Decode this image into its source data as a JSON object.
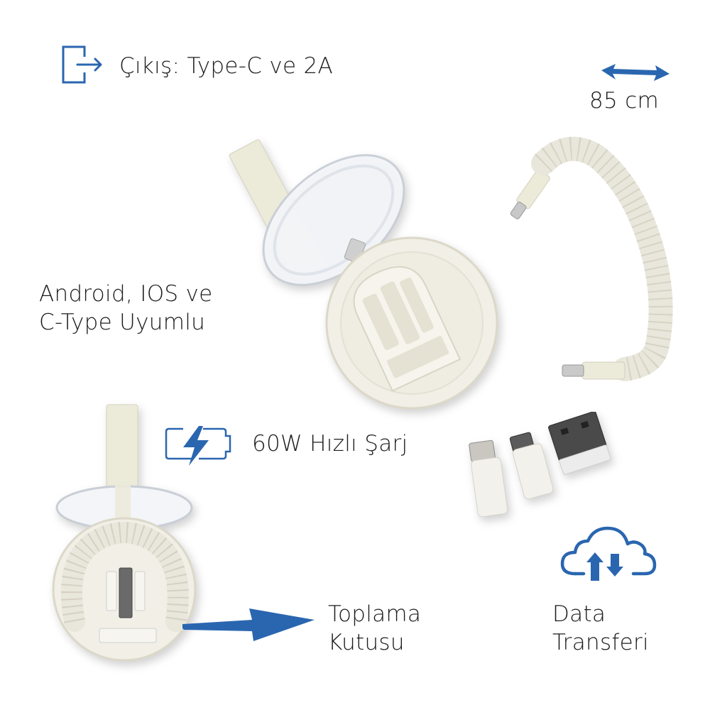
{
  "colors": {
    "accent_blue": "#2a66b0",
    "text": "#1c1c1c",
    "product_white": "#efede4",
    "product_shadow": "#d8d4c6",
    "background": "#ffffff"
  },
  "features": {
    "output": {
      "icon": "exit-arrow-icon",
      "text": "Çıkış: Type-C ve 2A"
    },
    "length": {
      "icon": "double-arrow-icon",
      "text": "85 cm"
    },
    "compatibility": {
      "icon": null,
      "line1": "Android, IOS ve",
      "line2": "C-Type Uyumlu"
    },
    "charging": {
      "icon": "battery-bolt-icon",
      "text": "60W Hızlı Şarj"
    },
    "storage": {
      "icon": "pointer-arrow-icon",
      "line1": "Toplama",
      "line2": "Kutusu"
    },
    "data": {
      "icon": "cloud-transfer-icon",
      "line1": "Data",
      "line2": "Transferi"
    }
  },
  "products": {
    "open_case": "round-case-open-image",
    "coiled_cable": "coiled-cable-image",
    "adapters": [
      "lightning-adapter",
      "micro-usb-adapter",
      "usb-a-adapter"
    ],
    "packed_case": "case-with-cable-image"
  }
}
